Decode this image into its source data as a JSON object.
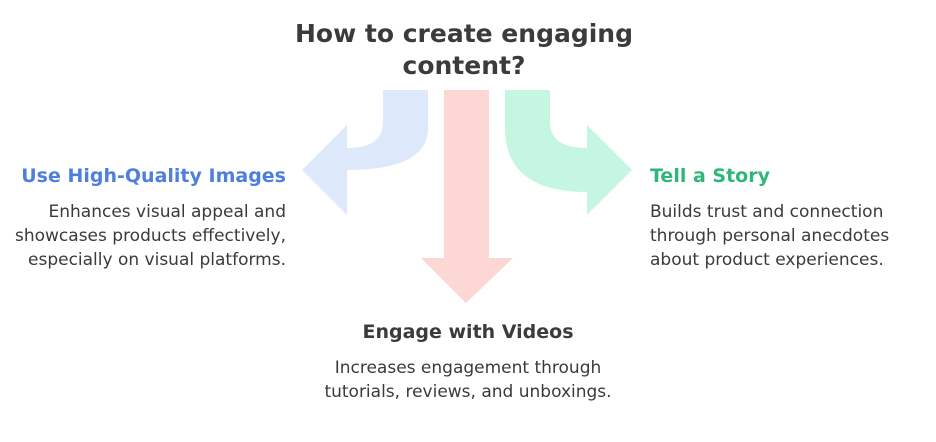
{
  "title": "How to create engaging content?",
  "colors": {
    "left_accent": "#4f7fdc",
    "right_accent": "#2fb67a",
    "left_fill": "#dde8fb",
    "center_fill": "#fdd7d3",
    "right_fill": "#c5f6e1"
  },
  "left": {
    "heading": "Use High-Quality Images",
    "description": "Enhances visual appeal and showcases products effectively, especially on visual platforms."
  },
  "center": {
    "heading": "Engage with Videos",
    "description": "Increases engagement through tutorials, reviews, and unboxings."
  },
  "right": {
    "heading": "Tell a Story",
    "description": "Builds trust and connection through personal anecdotes about product experiences."
  }
}
